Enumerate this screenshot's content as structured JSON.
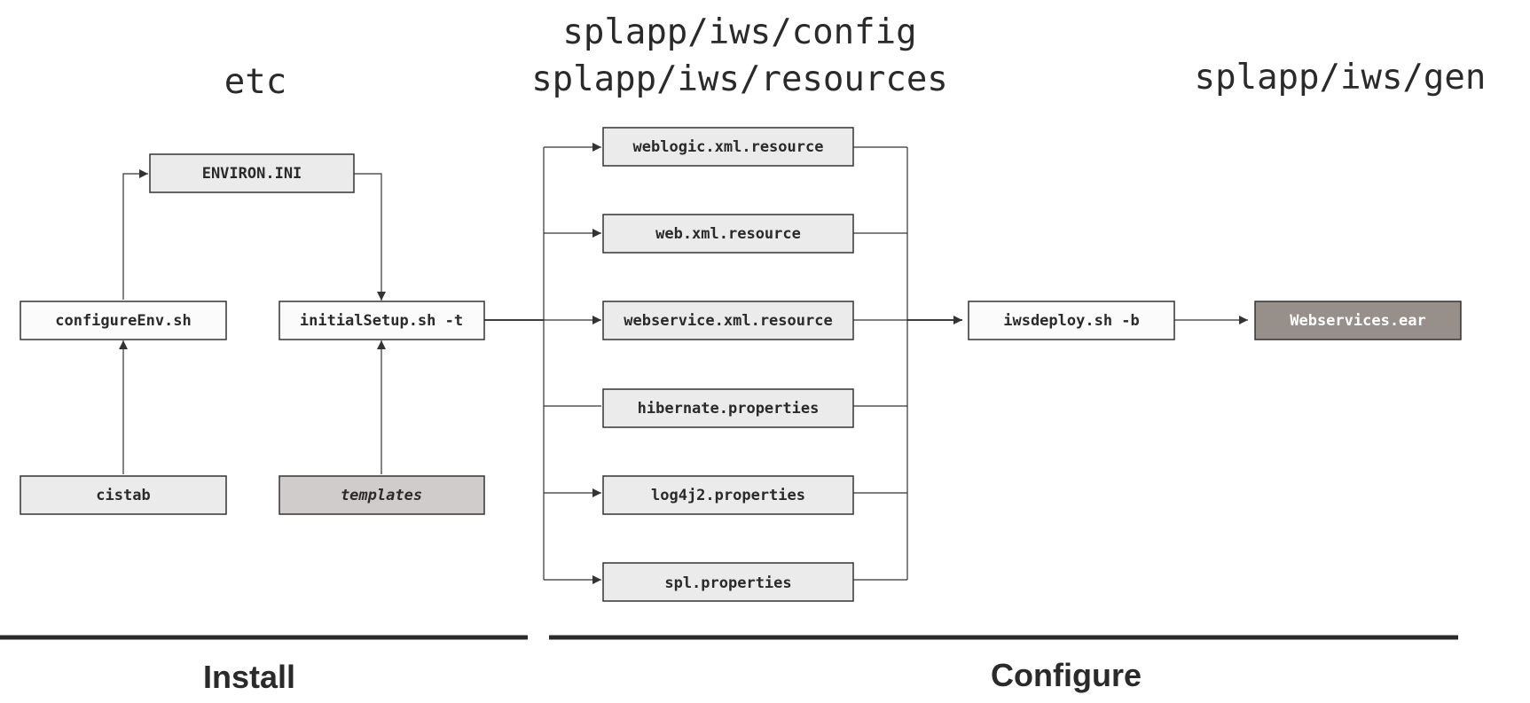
{
  "headers": {
    "etc": "etc",
    "config": "splapp/iws/config",
    "resources": "splapp/iws/resources",
    "gen": "splapp/iws/gen"
  },
  "boxes": {
    "environ_ini": "ENVIRON.INI",
    "configure_env": "configureEnv.sh",
    "initial_setup": "initialSetup.sh -t",
    "cistab": "cistab",
    "templates": "templates",
    "weblogic_xml": "weblogic.xml.resource",
    "web_xml": "web.xml.resource",
    "webservice_xml": "webservice.xml.resource",
    "hibernate": "hibernate.properties",
    "log4j2": "log4j2.properties",
    "spl_properties": "spl.properties",
    "iwsdeploy": "iwsdeploy.sh -b",
    "webservices_ear": "Webservices.ear"
  },
  "phases": {
    "install": "Install",
    "configure": "Configure"
  },
  "colors": {
    "box_fill_light": "#ebebeb",
    "box_fill_white": "#fbfbfb",
    "box_fill_templates": "#d0cccb",
    "box_fill_ear": "#978f8a",
    "stroke": "#333333",
    "text": "#2a2a2a"
  }
}
